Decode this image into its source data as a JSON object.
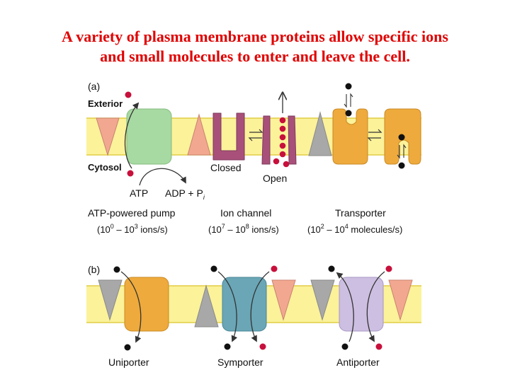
{
  "title": {
    "line1": "A variety of plasma membrane proteins allow specific ions",
    "line2": "and small molecules to enter and leave the cell."
  },
  "panel_a": {
    "label": "(a)",
    "exterior": "Exterior",
    "cytosol": "Cytosol",
    "atp": "ATP",
    "adp": "ADP + P",
    "adp_sub": "i",
    "closed": "Closed",
    "open": "Open",
    "pump": {
      "name": "ATP-powered pump",
      "rate_open": "(10",
      "exp1": "0",
      "mid": " – 10",
      "exp2": "3",
      "unit": " ions/s)"
    },
    "channel": {
      "name": "Ion channel",
      "rate_open": "(10",
      "exp1": "7",
      "mid": " – 10",
      "exp2": "8",
      "unit": " ions/s)"
    },
    "transporter": {
      "name": "Transporter",
      "rate_open": "(10",
      "exp1": "2",
      "mid": " – 10",
      "exp2": "4",
      "unit": " molecules/s)"
    }
  },
  "panel_b": {
    "label": "(b)",
    "uniporter": "Uniporter",
    "symporter": "Symporter",
    "antiporter": "Antiporter"
  },
  "colors": {
    "title": "#e00000",
    "membrane": "#fbf29a",
    "membrane_line": "#e2cd44",
    "pump": "#a7d9a2",
    "channel": "#a8507a",
    "transporter": "#eeaa3c",
    "symporter": "#6aa6b6",
    "antiporter": "#cdbfe1",
    "salmon": "#f2a890",
    "gray": "#a8a8a8",
    "red_dot": "#c8103c",
    "black_dot": "#111111"
  }
}
